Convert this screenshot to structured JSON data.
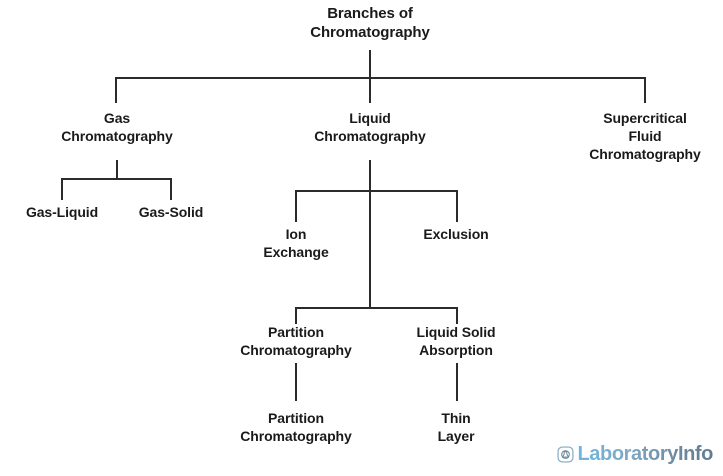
{
  "diagram": {
    "title_node": {
      "label": "Branches of\nChromatography"
    },
    "level2": [
      {
        "id": "gas-chromatography",
        "label": "Gas\nChromatography"
      },
      {
        "id": "liquid-chromatography",
        "label": "Liquid\nChromatography"
      },
      {
        "id": "supercritical-fluid-chromatography",
        "label": "Supercritical\nFluid\nChromatography"
      }
    ],
    "gas_children": [
      {
        "id": "gas-liquid",
        "label": "Gas-Liquid"
      },
      {
        "id": "gas-solid",
        "label": "Gas-Solid"
      }
    ],
    "liquid_children": [
      {
        "id": "ion-exchange",
        "label": "Ion\nExchange"
      },
      {
        "id": "exclusion",
        "label": "Exclusion"
      }
    ],
    "liquid_grandchildren": [
      {
        "id": "partition-chromatography",
        "label": "Partition\nChromatography"
      },
      {
        "id": "liquid-solid-absorption",
        "label": "Liquid Solid\nAbsorption"
      }
    ],
    "leaf_nodes": [
      {
        "id": "partition-chromatography-leaf",
        "label": "Partition\nChromatography"
      },
      {
        "id": "thin-layer",
        "label": "Thin\nLayer"
      }
    ],
    "colors": {
      "background": "#ffffff",
      "text": "#1a1a1a",
      "edge": "#2b2b2b",
      "logo_start": "#6db6e0",
      "logo_end": "#5f7c92"
    }
  },
  "watermark": {
    "brand": "LaboratoryInfo",
    "icon": "laboratoryinfo-logo-icon"
  }
}
